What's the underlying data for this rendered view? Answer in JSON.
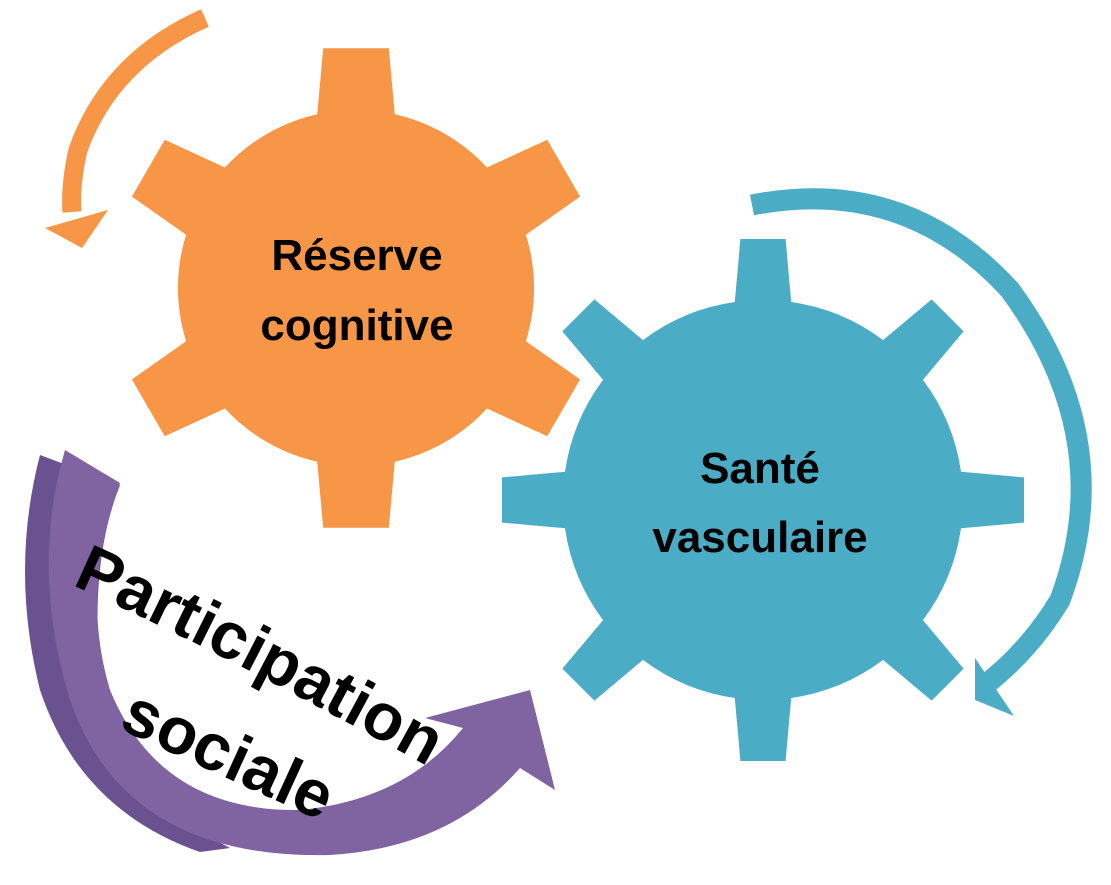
{
  "gears": [
    {
      "id": "reserve",
      "line1": "Réserve",
      "line2": "cognitive",
      "color": "#F79646"
    },
    {
      "id": "sante",
      "line1": "Santé",
      "line2": "vasculaire",
      "color": "#4BACC6"
    }
  ],
  "social": {
    "line1": "Participation",
    "line2": "sociale",
    "arrow_color": "#8064A2",
    "arrow_shade": "#6A5190"
  }
}
